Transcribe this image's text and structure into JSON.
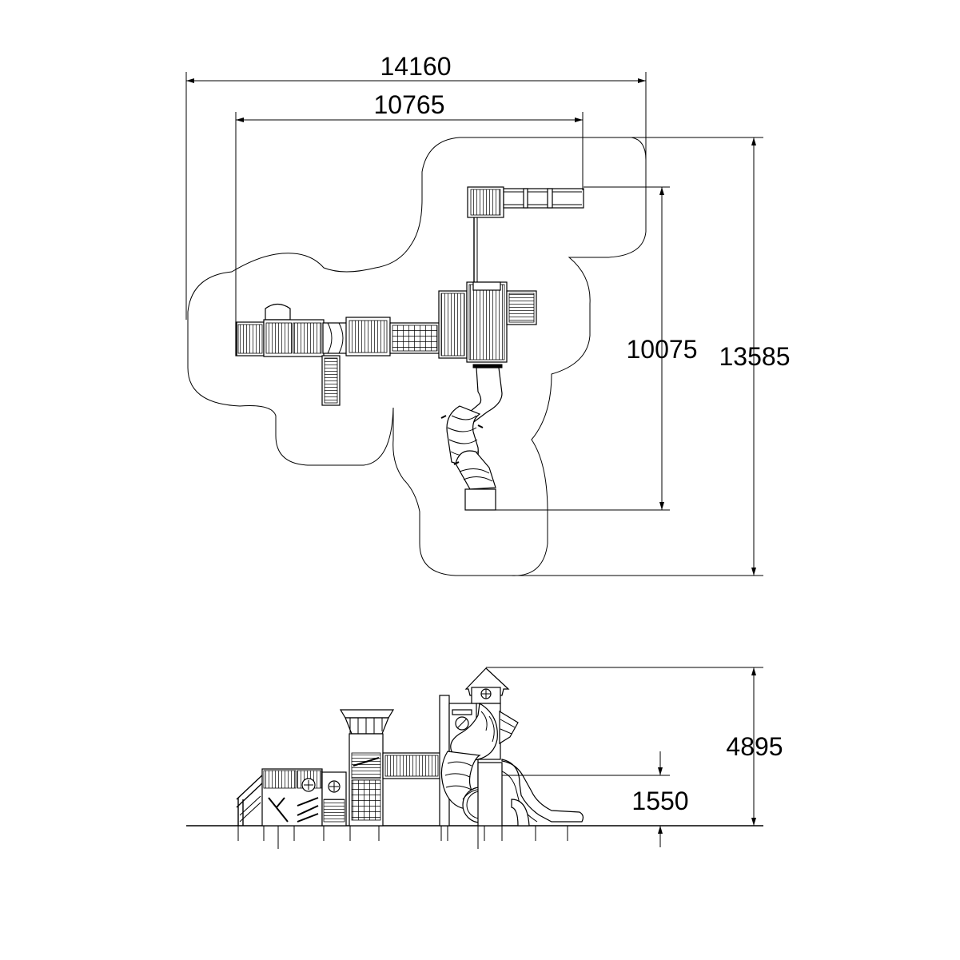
{
  "plan_view": {
    "overall_width": "14160",
    "structure_width": "10765",
    "structure_depth": "10075",
    "overall_depth": "13585"
  },
  "elevation_view": {
    "overall_height": "4895",
    "platform_height": "1550"
  }
}
